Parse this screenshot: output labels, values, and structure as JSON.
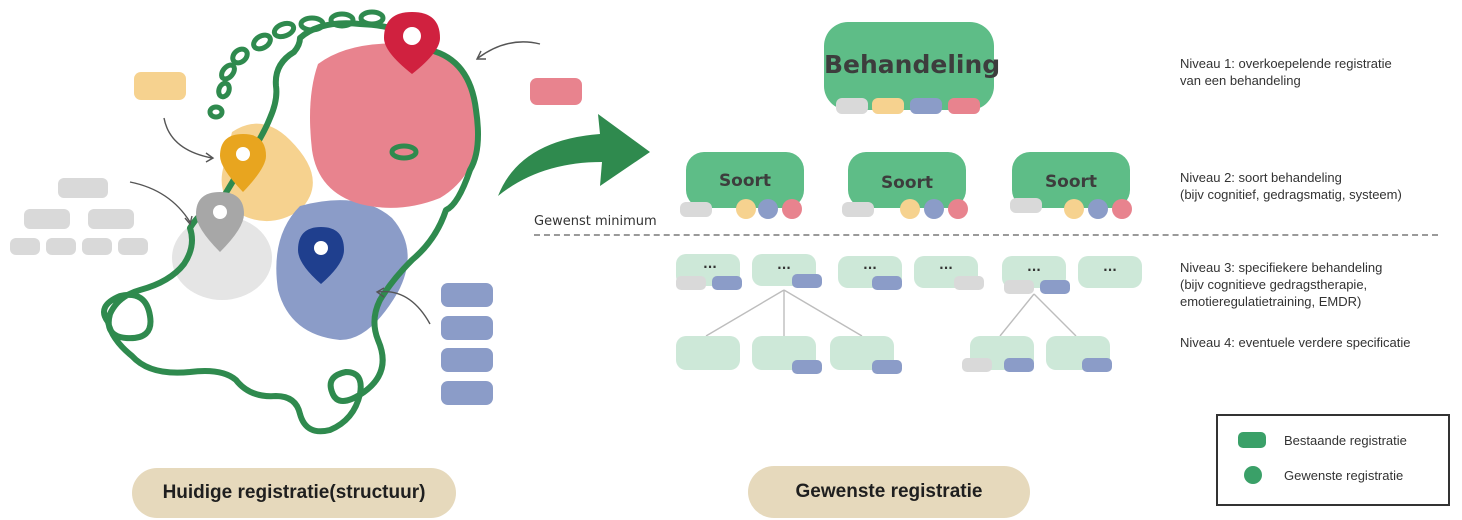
{
  "diagram": {
    "main_node": "Behandeling",
    "level2_node": "Soort",
    "level3_node": "...",
    "threshold_label": "Gewenst minimum",
    "levels": [
      {
        "text": "Niveau 1: overkoepelende registratie\nvan een behandeling"
      },
      {
        "text": "Niveau 2: soort behandeling\n(bijv cognitief, gedragsmatig, systeem)"
      },
      {
        "text": "Niveau 3: specifiekere behandeling\n(bijv cognitieve gedragstherapie,\nemotieregulatietraining, EMDR)"
      },
      {
        "text": "Niveau 4: eventuele verdere specificatie"
      }
    ],
    "captions": {
      "left": "Huidige registratie(structuur)",
      "right": "Gewenste registratie"
    },
    "legend": [
      {
        "label": "Bestaande registratie",
        "shape": "rounded-rectangle"
      },
      {
        "label": "Gewenste registratie",
        "shape": "circle"
      }
    ]
  },
  "colors": {
    "green": "#3aa068",
    "light_green": "#cde8d8",
    "pink": "#e8838e",
    "blue": "#8b9cc8",
    "yellow": "#f6d28f",
    "grey": "#d9d9d9",
    "red_pin": "#d0213f",
    "orange_pin": "#e8a51f",
    "blue_pin": "#1f3f8e",
    "grey_pin": "#a7a7a7",
    "caption_bg": "#e6d9bc"
  }
}
